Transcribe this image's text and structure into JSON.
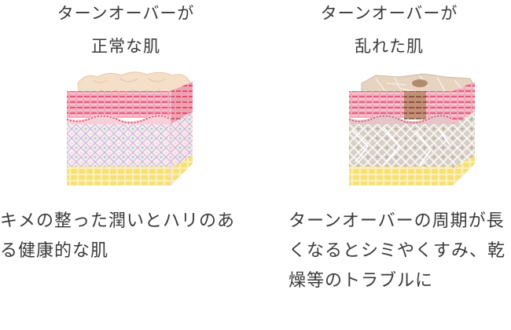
{
  "panels": [
    {
      "title_line1": "ターンオーバーが",
      "title_line2": "正常な肌",
      "description": "キメの整った潤いとハリのある健康的な肌",
      "illustration": "healthy-skin-cross-section"
    },
    {
      "title_line1": "ターンオーバーが",
      "title_line2": "乱れた肌",
      "description": "ターンオーバーの周期が長くなるとシミやくすみ、乾燥等のトラブルに",
      "illustration": "damaged-skin-cross-section"
    }
  ],
  "colors": {
    "text": "#3a3a3a",
    "surface_healthy": "#f3dcc4",
    "surface_damaged": "#e4d2bf",
    "epidermis": "#ef8aa2",
    "dermis": "#f4e6ea",
    "fat": "#f6e58a",
    "spot": "#9a6a4a"
  }
}
